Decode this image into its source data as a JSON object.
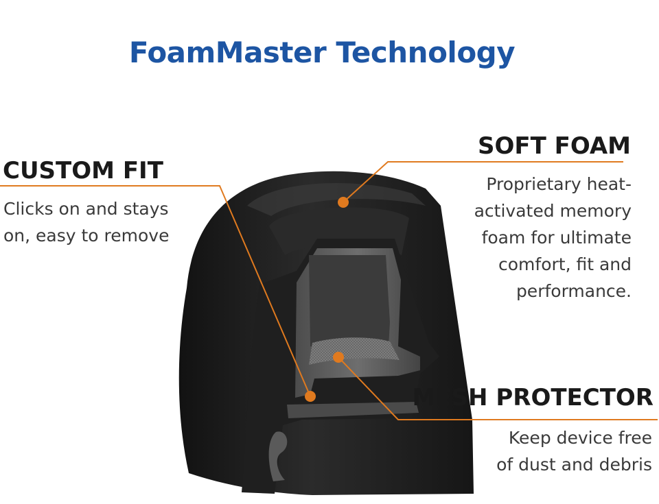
{
  "title": "FoamMaster Technology",
  "callouts": {
    "soft_foam": {
      "heading": "SOFT FOAM",
      "lines": [
        "Proprietary heat-",
        "activated memory",
        "foam for ultimate",
        "comfort, fit and",
        "performance."
      ]
    },
    "custom_fit": {
      "heading": "CUSTOM FIT",
      "lines": [
        "Clicks on and stays",
        "on, easy to remove"
      ]
    },
    "mesh_protector": {
      "heading": "MESH PROTECTOR",
      "lines": [
        "Keep device free",
        "of dust and debris"
      ]
    }
  },
  "colors": {
    "title": "#1d55a3",
    "leader": "#e07a1f",
    "foam": "#1b1b1b",
    "core": "#5a5a5a"
  }
}
